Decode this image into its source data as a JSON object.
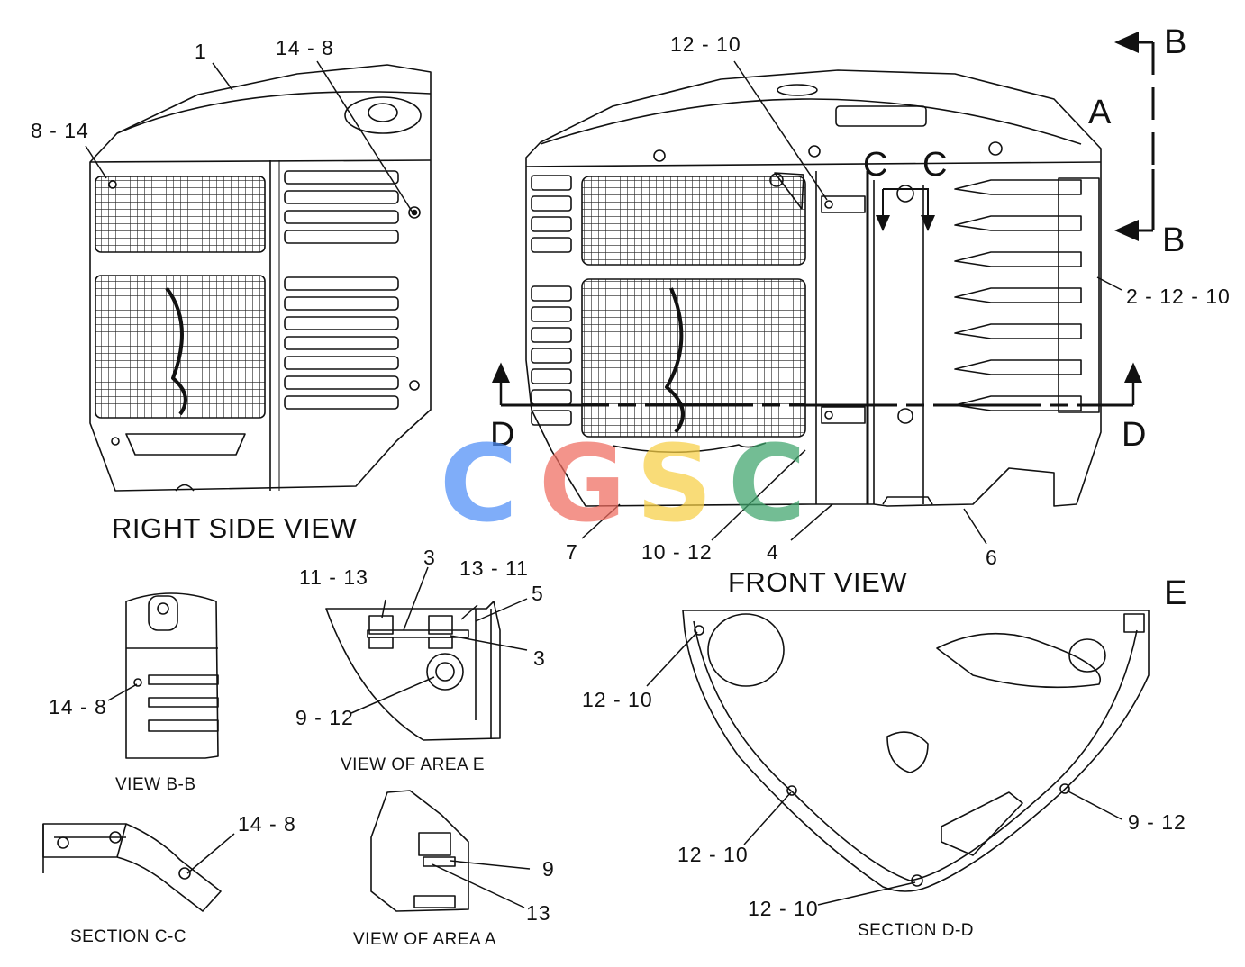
{
  "views": {
    "right_side": "RIGHT SIDE VIEW",
    "front": "FRONT VIEW",
    "view_bb": "VIEW B-B",
    "area_e": "VIEW OF AREA E",
    "section_cc": "SECTION C-C",
    "area_a": "VIEW OF AREA A",
    "section_dd": "SECTION D-D"
  },
  "section_letters": {
    "a": "A",
    "b": "B",
    "c": "C",
    "d": "D",
    "e": "E"
  },
  "callouts": {
    "c1": "1",
    "c14_8": "14 - 8",
    "c8_14": "8 - 14",
    "c12_10": "12 - 10",
    "c2_12_10": "2 - 12 - 10",
    "c7": "7",
    "c10_12": "10 - 12",
    "c4": "4",
    "c6": "6",
    "c11_13": "11 - 13",
    "c3": "3",
    "c13_11": "13 - 11",
    "c5": "5",
    "c9_12": "9 - 12",
    "c9": "9",
    "c13": "13"
  },
  "watermark": {
    "letters": [
      "C",
      "G",
      "S",
      "C"
    ],
    "colors": [
      "#4f8ef7",
      "#ef6b5f",
      "#f7cf45",
      "#3ea56b"
    ]
  }
}
